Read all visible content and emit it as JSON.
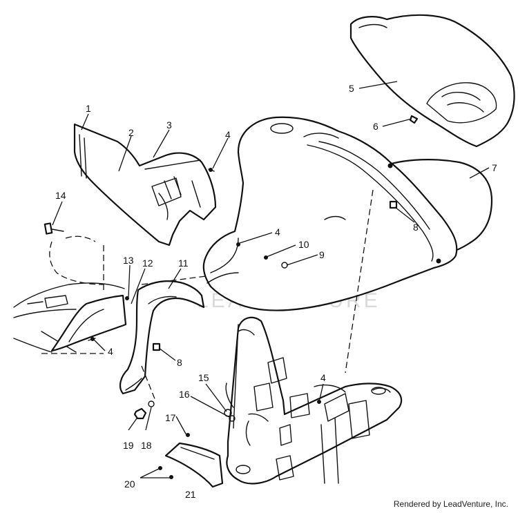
{
  "watermark": "LEADVENTURE",
  "footer": "Rendered by LeadVenture, Inc.",
  "callouts": [
    {
      "id": "c1",
      "label": "1"
    },
    {
      "id": "c2",
      "label": "2"
    },
    {
      "id": "c3",
      "label": "3"
    },
    {
      "id": "c4a",
      "label": "4"
    },
    {
      "id": "c5",
      "label": "5"
    },
    {
      "id": "c6",
      "label": "6"
    },
    {
      "id": "c7",
      "label": "7"
    },
    {
      "id": "c8a",
      "label": "8"
    },
    {
      "id": "c14",
      "label": "14"
    },
    {
      "id": "c4b",
      "label": "4"
    },
    {
      "id": "c10",
      "label": "10"
    },
    {
      "id": "c9",
      "label": "9"
    },
    {
      "id": "c13",
      "label": "13"
    },
    {
      "id": "c12",
      "label": "12"
    },
    {
      "id": "c11",
      "label": "11"
    },
    {
      "id": "c4c",
      "label": "4"
    },
    {
      "id": "c8b",
      "label": "8"
    },
    {
      "id": "c15",
      "label": "15"
    },
    {
      "id": "c4d",
      "label": "4"
    },
    {
      "id": "c16",
      "label": "16"
    },
    {
      "id": "c17",
      "label": "17"
    },
    {
      "id": "c19",
      "label": "19"
    },
    {
      "id": "c18",
      "label": "18"
    },
    {
      "id": "c20",
      "label": "20"
    },
    {
      "id": "c21",
      "label": "21"
    }
  ]
}
